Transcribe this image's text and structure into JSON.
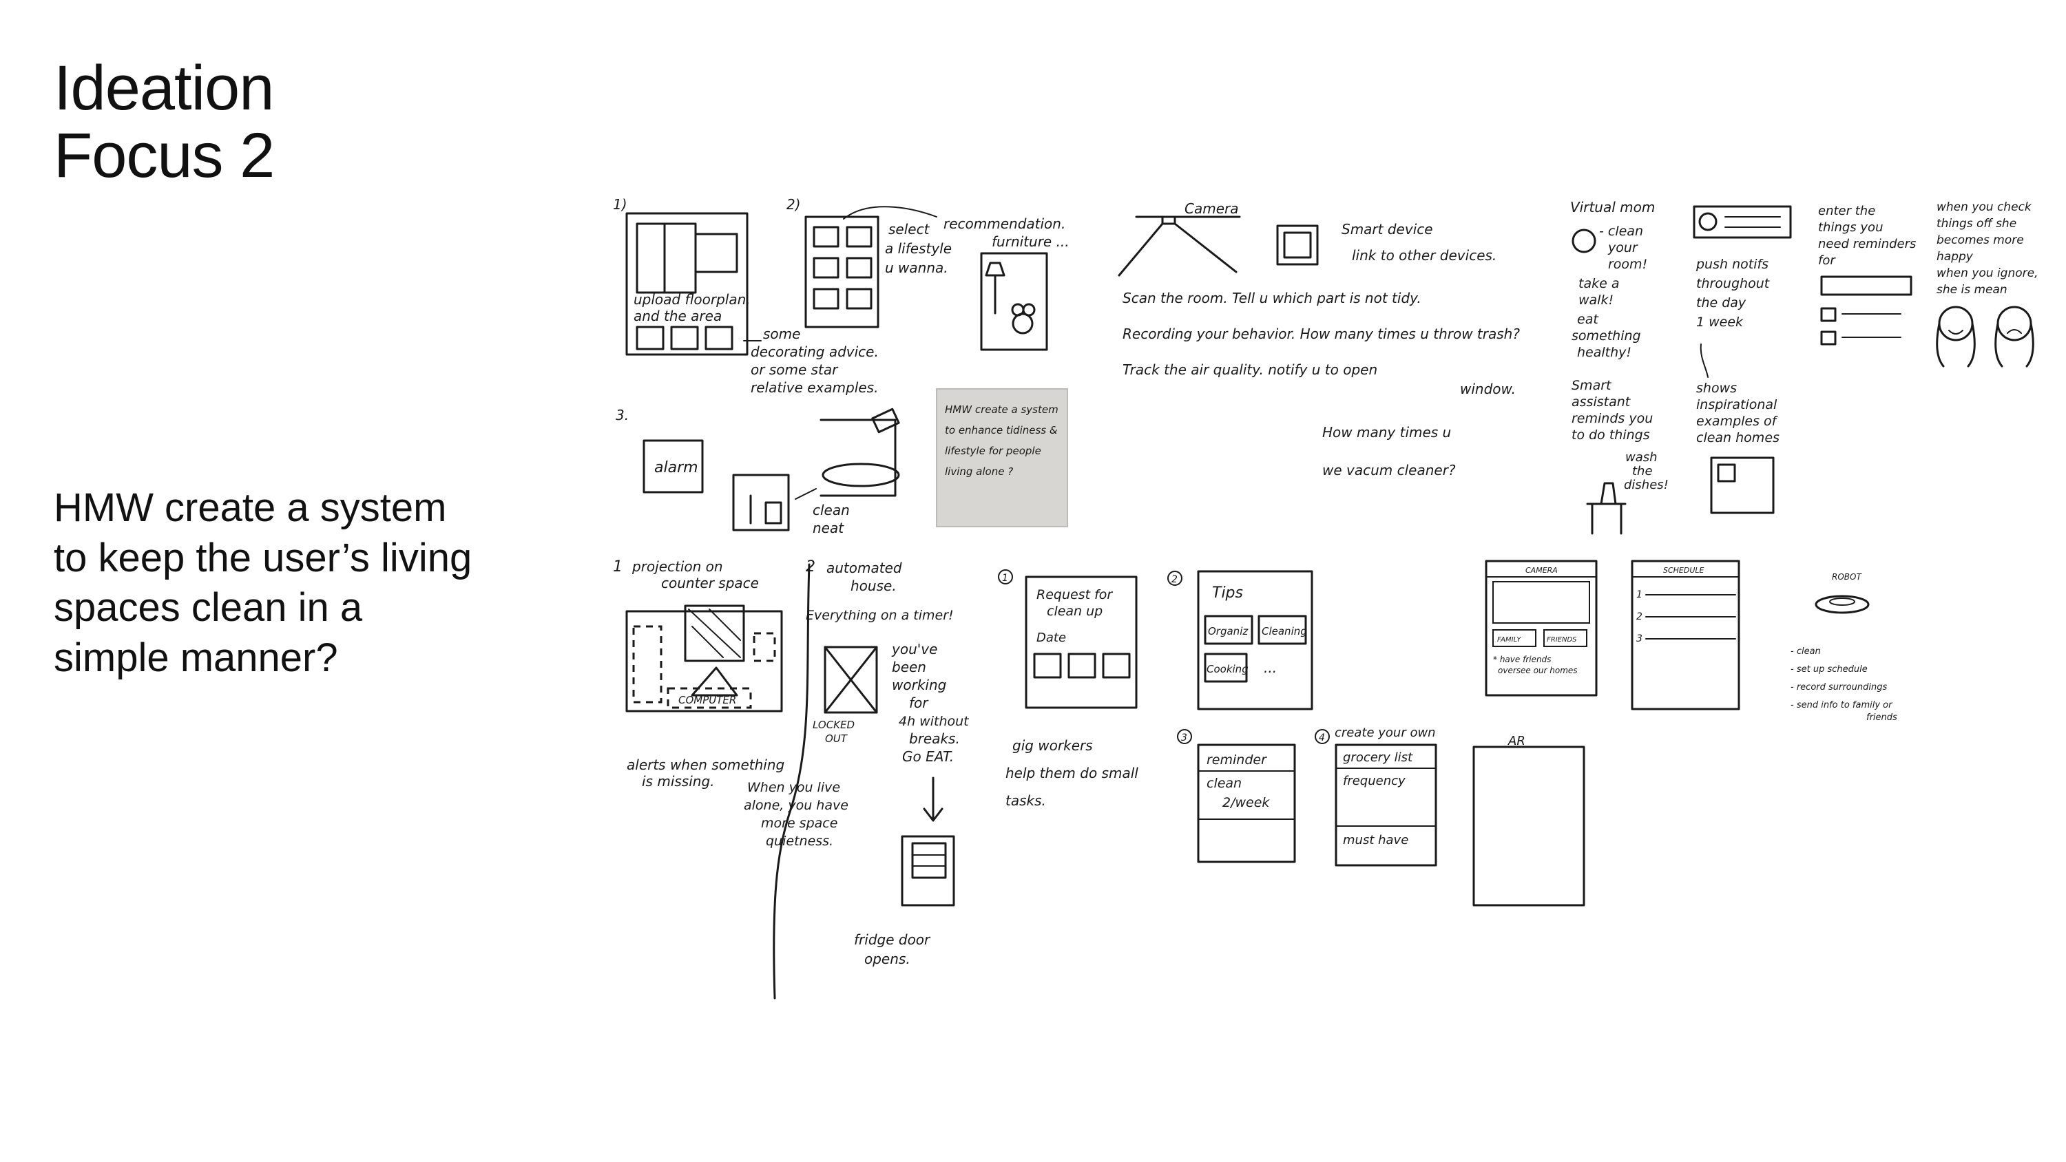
{
  "title": {
    "line1": "Ideation",
    "line2": "Focus 2"
  },
  "hmw": {
    "line1": "HMW create a system",
    "line2": "to keep the user’s living",
    "line3": "spaces clean in a",
    "line4": "simple manner?"
  },
  "sketch_notes": {
    "s1_upload": "upload floorplan.",
    "s1_area": "and the area",
    "s1_advice1": "some",
    "s1_advice2": "decorating advice.",
    "s1_advice3": "or some star",
    "s1_advice4": "relative examples.",
    "s2_select": "select",
    "s2_lifestyle": "a lifestyle",
    "s2_wanna": "u wanna.",
    "s2_recommend": "recommendation.",
    "s2_furniture": "furniture ...",
    "s3_alarm": "alarm",
    "s3_clean": "clean",
    "s3_neat": "neat",
    "postit1": "HMW create a system",
    "postit2": "to enhance tidiness &",
    "postit3": "lifestyle for people",
    "postit4": "living alone ?",
    "camera": "Camera",
    "smart_device": "Smart device",
    "link_devices": "link to other devices.",
    "scan_room": "Scan the room. Tell u which part is not tidy.",
    "recording": "Recording your behavior. How many times u throw trash?",
    "track_air": "Track the air quality. notify u to open",
    "window": "window.",
    "vacuum1": "How many times u",
    "vacuum2": "we vacum cleaner?",
    "virtual_mom": "Virtual mom",
    "clean_room1": "- clean",
    "clean_room2": "your",
    "clean_room3": "room!",
    "take_walk1": "take a",
    "take_walk2": "walk!",
    "eat1": "eat",
    "eat2": "something",
    "eat3": "healthy!",
    "assistant1": "Smart",
    "assistant2": "assistant",
    "assistant3": "reminds you",
    "assistant4": "to do things",
    "wash1": "wash",
    "wash2": "the",
    "wash3": "dishes!",
    "push1": "push notifs",
    "push2": "throughout",
    "push3": "the day",
    "push4": "1 week",
    "shows1": "shows",
    "shows2": "inspirational",
    "shows3": "examples of",
    "shows4": "clean homes",
    "enter1": "enter the",
    "enter2": "things you",
    "enter3": "need reminders",
    "enter4": "for",
    "check1": "when you check",
    "check2": "things off she",
    "check3": "becomes more",
    "check4": "happy",
    "check5": "when you ignore,",
    "check6": "she is mean",
    "proj_num": "1",
    "proj1": "projection on",
    "proj2": "counter space",
    "computer": "COMPUTER",
    "alerts1": "alerts when something",
    "alerts2": "is missing.",
    "auto_num": "2",
    "auto1": "automated",
    "auto2": "house.",
    "timer": "Everything on a timer!",
    "working1": "you've",
    "working2": "been",
    "working3": "working",
    "working4": "for",
    "working5": "4h without",
    "working6": "breaks.",
    "working7": "Go EAT.",
    "locked1": "LOCKED",
    "locked2": "OUT",
    "alone1": "When you live",
    "alone2": "alone, you have",
    "alone3": "more space",
    "alone4": "quietness.",
    "fridge1": "fridge door",
    "fridge2": "opens.",
    "request1": "Request for",
    "request2": "clean up",
    "date": "Date",
    "gig1": "gig workers",
    "gig2": "help them do small",
    "gig3": "tasks.",
    "tips": "Tips",
    "organize": "Organiz",
    "cleaning": "Cleaning",
    "cooking": "Cooking",
    "ellipsis": "...",
    "reminder": "reminder",
    "clean_freq1": "clean",
    "clean_freq2": "2/week",
    "create_own": "create your own",
    "grocery": "grocery list",
    "frequency": "frequency",
    "must_have": "must have",
    "ar": "AR",
    "cam_label": "CAMERA",
    "family": "FAMILY",
    "friends": "FRIENDS",
    "oversee1": "* have friends",
    "oversee2": "oversee our homes",
    "schedule": "SCHEDULE",
    "robot": "ROBOT",
    "robot1": "- clean",
    "robot2": "- set up schedule",
    "robot3": "- record surroundings",
    "robot4": "- send info to family or",
    "robot5": "friends",
    "n1": "1)",
    "n2": "2)",
    "n3": "3.",
    "c1": "1",
    "c2": "2",
    "c3": "3",
    "c4": "4",
    "c1b": "1",
    "s1": "1",
    "s2": "2",
    "s3": "3"
  }
}
